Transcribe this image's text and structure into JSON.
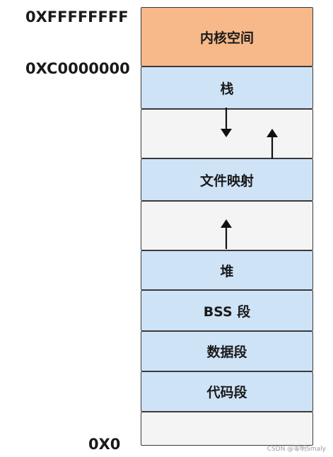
{
  "addresses": {
    "top": "0XFFFFFFFF",
    "kernel_start": "0XC0000000",
    "bottom": "0X0"
  },
  "segments": {
    "kernel": "内核空间",
    "stack": "栈",
    "mmap": "文件映射",
    "heap": "堆",
    "bss": "BSS 段",
    "data": "数据段",
    "code": "代码段"
  },
  "colors": {
    "kernel": "#f7b98a",
    "user_segment": "#cfe3f7",
    "free_region": "#f4f4f4",
    "border": "#3a3a3a"
  },
  "watermark": "CSDN @零明Smaly"
}
